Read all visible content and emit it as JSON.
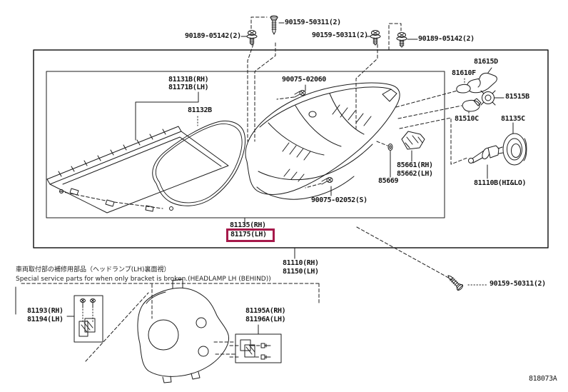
{
  "diagram": {
    "code": "818073A",
    "type": "headlamp-exploded-parts-diagram"
  },
  "colors": {
    "highlight": "#a6194a",
    "line": "#1c1c1c",
    "background": "#ffffff"
  },
  "notes": {
    "jp": "車両取付部の補修用部品（ヘッドランプ(LH)裏面視）",
    "en": "Special service parts for when only bracket is broken.(HEADLAMP LH (BEHIND))"
  },
  "parts": {
    "bolt_top": "90159-50311(2)",
    "screw_top_left": "90189-05142(2)",
    "bolt_mid": "90159-50311(2)",
    "screw_top_right": "90189-05142(2)",
    "lens_rh": "81131B(RH)",
    "lens_lh": "81171B(LH)",
    "gasket": "81132B",
    "screw_upper": "90075-02060",
    "screw_lower": "90075-02052(S)",
    "bracket_rh": "85661(RH)",
    "bracket_lh": "85662(LH)",
    "grommet": "85669",
    "socket_cover": "81615D",
    "bulb_front": "81610F",
    "socket": "81515B",
    "bulb_side": "81510C",
    "retainer_ring": "81135C",
    "headlamp_bulb": "81110B(HI&LO)",
    "unit_rh": "81135(RH)",
    "unit_lh": "81175(LH)",
    "assy_rh": "81110(RH)",
    "assy_lh": "81150(LH)",
    "bracket_screw_rh": "81193(RH)",
    "bracket_screw_lh": "81194(LH)",
    "bracket_clip_rh": "81195A(RH)",
    "bracket_clip_lh": "81196A(LH)",
    "bolt_bottom": "90159-50311(2)"
  }
}
